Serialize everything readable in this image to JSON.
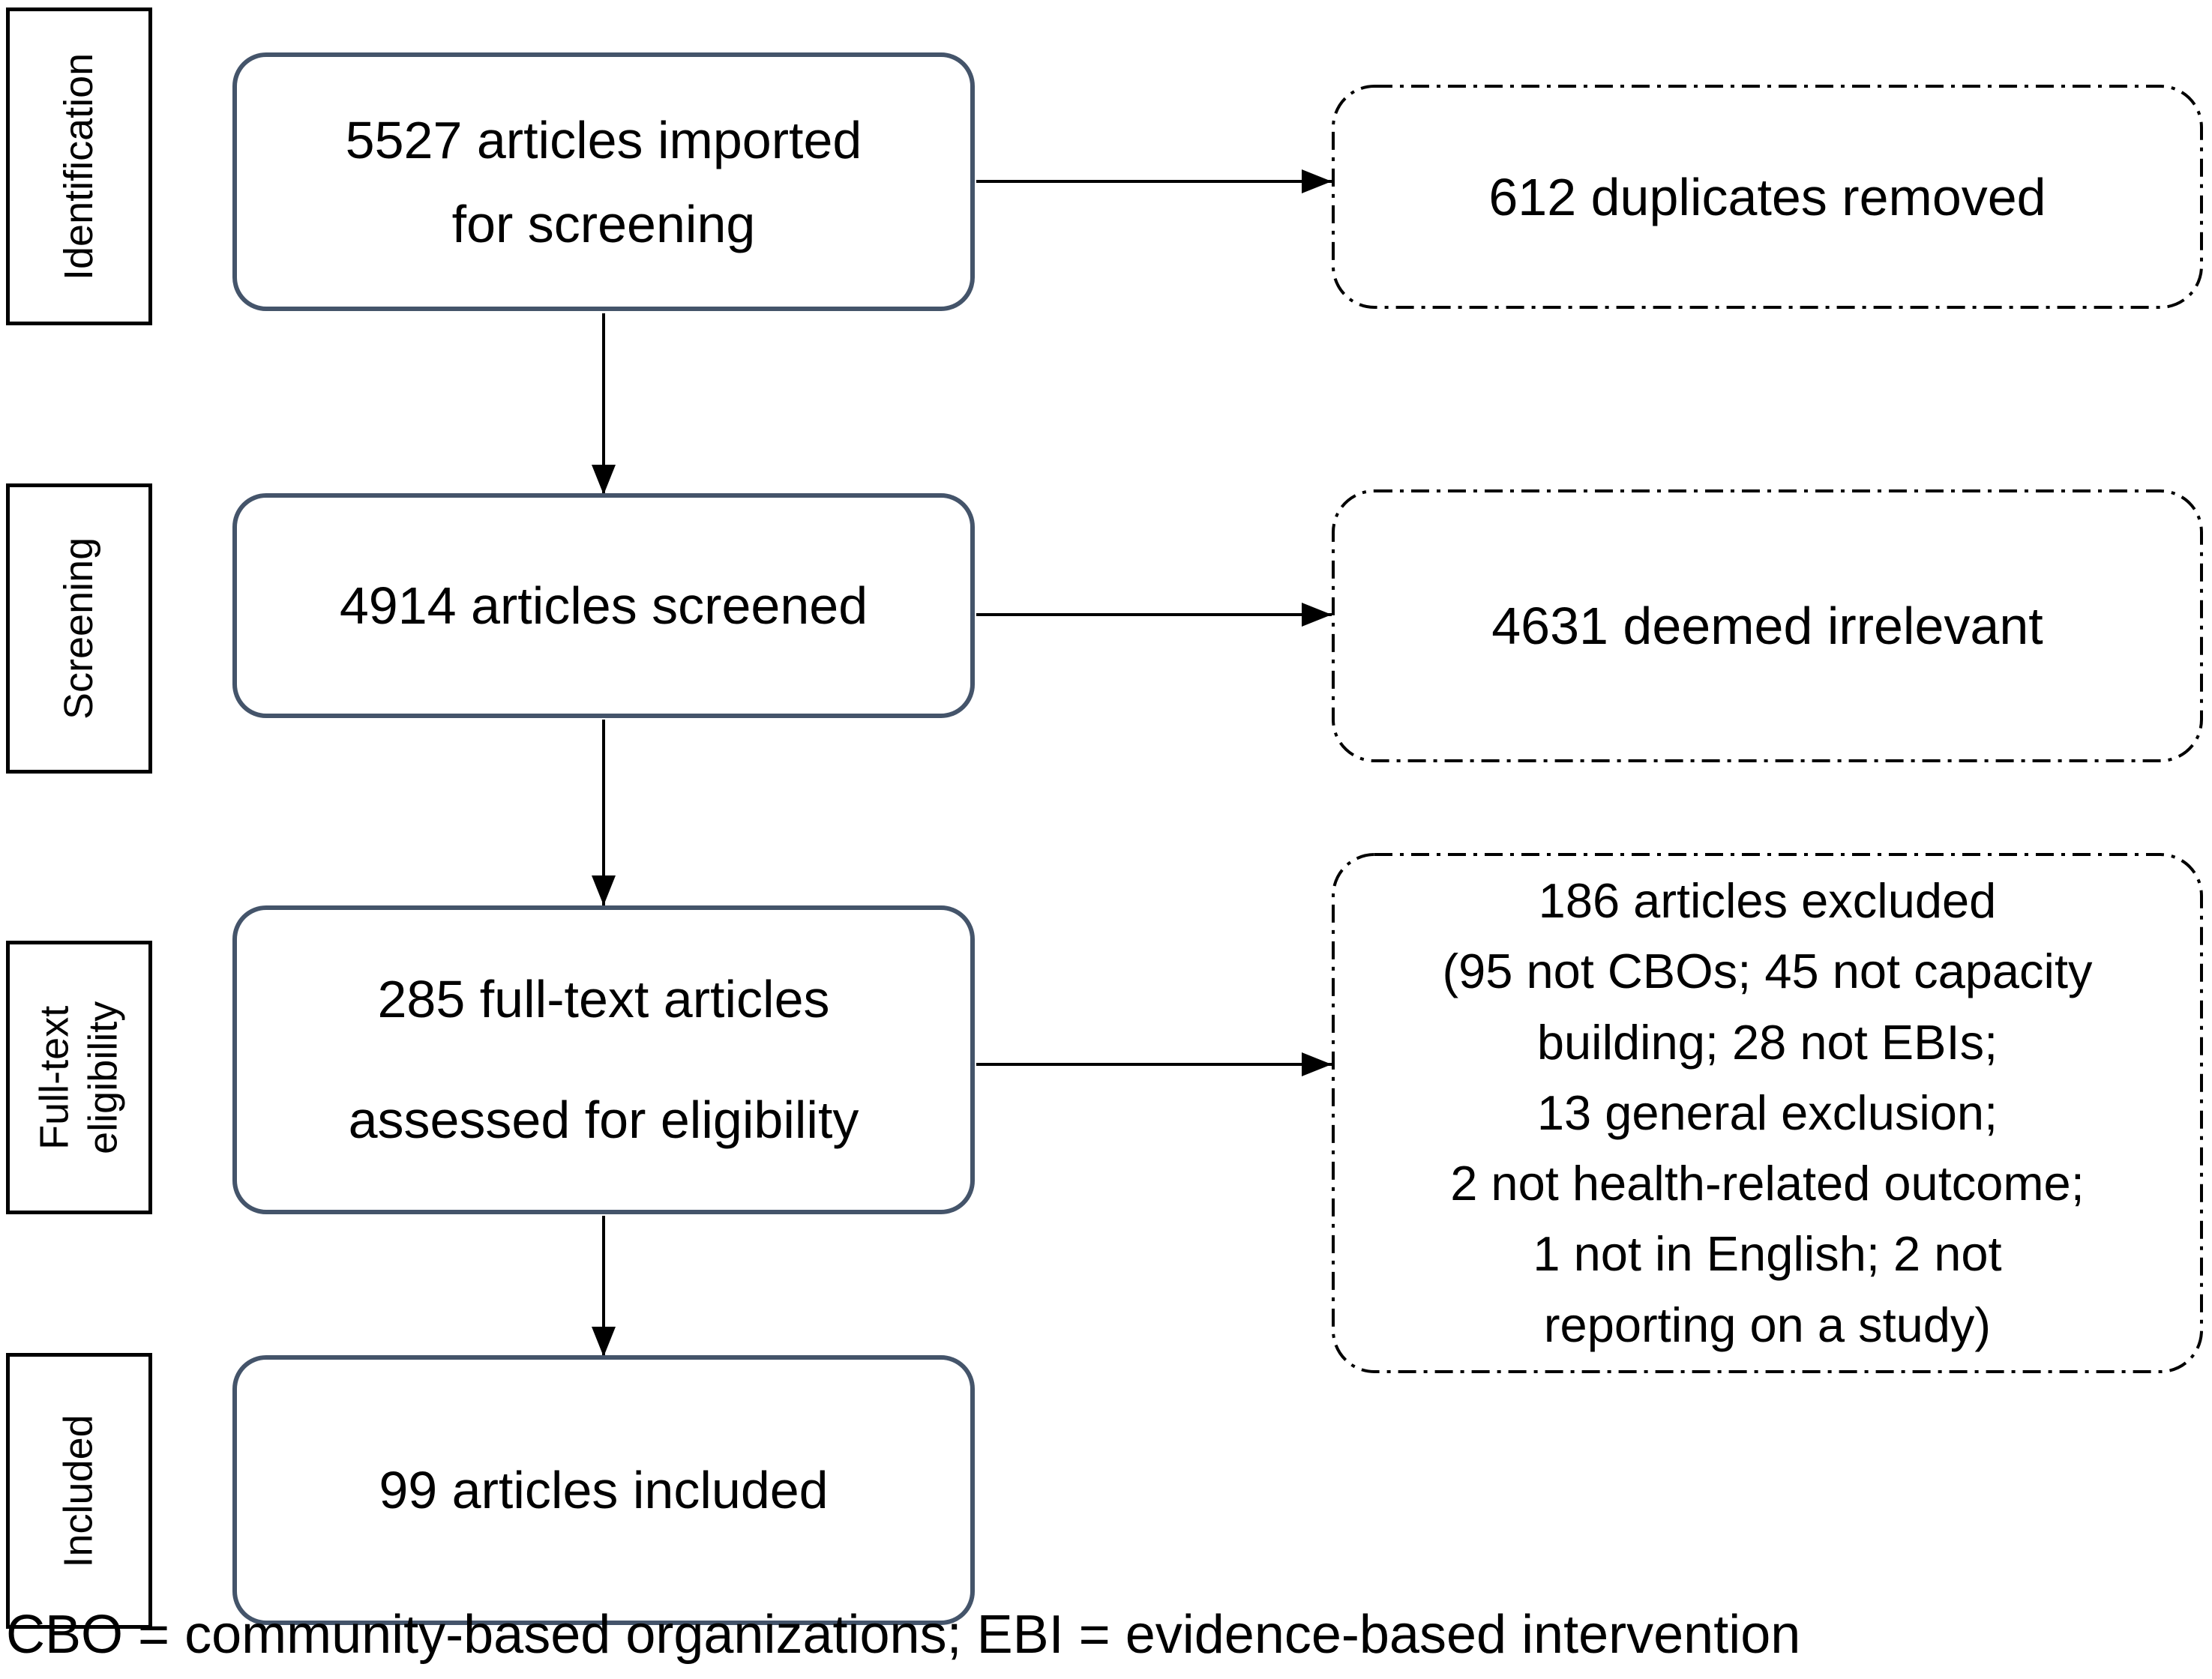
{
  "figure_type": "prisma-flow-diagram",
  "stages": [
    {
      "label_lines": [
        "Identification"
      ]
    },
    {
      "label_lines": [
        "Screening"
      ]
    },
    {
      "label_lines": [
        "Full-text",
        "eligibility"
      ]
    },
    {
      "label_lines": [
        "Included"
      ]
    }
  ],
  "process_boxes": [
    {
      "lines": [
        "5527 articles imported",
        "for screening"
      ]
    },
    {
      "lines": [
        "4914 articles screened"
      ]
    },
    {
      "lines": [
        "285 full-text articles",
        "assessed for eligibility"
      ]
    },
    {
      "lines": [
        "99 articles included"
      ]
    }
  ],
  "exclusion_boxes": [
    {
      "lines": [
        "612 duplicates removed"
      ]
    },
    {
      "lines": [
        "4631 deemed irrelevant"
      ]
    },
    {
      "lines": [
        "186 articles excluded",
        "(95 not CBOs; 45 not capacity",
        "building; 28 not EBIs;",
        "13 general exclusion;",
        "2 not health-related outcome;",
        "1 not in English; 2 not",
        "reporting on a study)"
      ]
    }
  ],
  "footnote": "CBO = community-based organizations; EBI = evidence-based intervention",
  "colors": {
    "process_border": "#44546A",
    "stage_border": "#000000",
    "exclusion_border": "#000000",
    "arrow": "#000000",
    "text": "#000000",
    "background": "#FFFFFF"
  }
}
